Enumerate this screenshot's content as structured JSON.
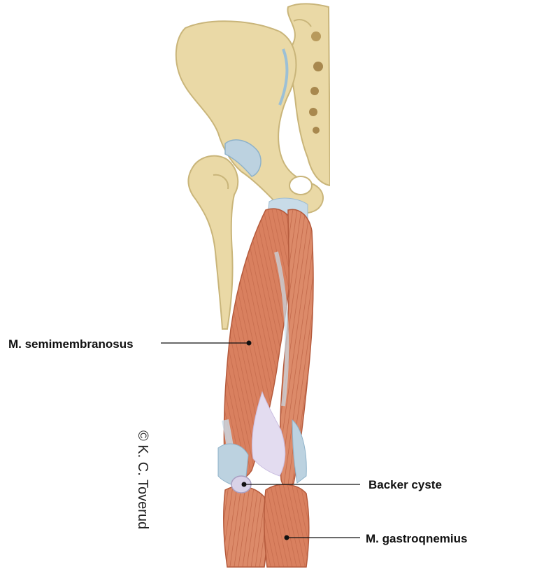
{
  "labels": {
    "semimembranosus": "M. semimembranosus",
    "baker_cyst": "Backer cyste",
    "gastrocnemius": "M. gastroqnemius"
  },
  "copyright": "© K. C. Toverud",
  "colors": {
    "bone": "#ead9a6",
    "bone_edge": "#c9b57a",
    "muscle": "#d9805f",
    "muscle_dark": "#b55a3c",
    "tendon": "#bcd2e0",
    "cyst": "#d9d2e8",
    "fossa": "#e3dcf0"
  }
}
